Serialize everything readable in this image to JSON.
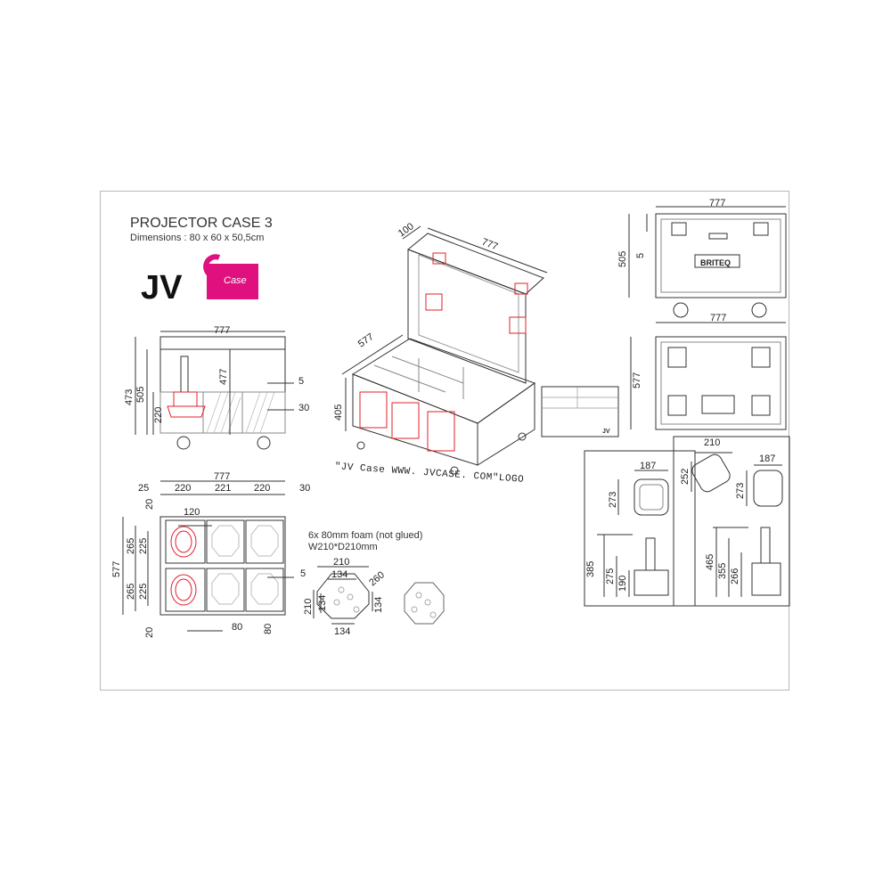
{
  "header": {
    "title": "PROJECTOR CASE 3",
    "dimensions": "Dimensions : 80 x 60 x 50,5cm"
  },
  "logo": {
    "letters": "JV",
    "case_text": "Case",
    "brand_color": "#e0117f"
  },
  "brand_plate": "BRITEQ",
  "foam_note": {
    "line1": "6x 80mm foam (not glued)",
    "line2": "W210*D210mm"
  },
  "logo_note": "\"JV Case WWW. JVCASE. COM\"LOGO",
  "accent_color": "#e0202a",
  "side_view": {
    "width": "777",
    "h505": "505",
    "h473": "473",
    "h220": "220",
    "h477": "477",
    "d5": "5",
    "d30": "30"
  },
  "top_view": {
    "width": "777",
    "c25": "25",
    "c220a": "220",
    "c221": "221",
    "c220b": "220",
    "c30": "30",
    "r20a": "20",
    "r120": "120",
    "depth": "577",
    "r265a": "265",
    "r225a": "225",
    "r265b": "265",
    "r225b": "225",
    "r20b": "20",
    "b80a": "80",
    "b80b": "80",
    "d5": "5"
  },
  "iso_view": {
    "w100": "100",
    "w777": "777",
    "d577": "577",
    "h405": "405"
  },
  "foam_detail": {
    "w210": "210",
    "w134a": "134",
    "d260": "260",
    "h210": "210",
    "h134a": "134",
    "h134b": "134",
    "w134b": "134"
  },
  "front_view": {
    "width_top": "777",
    "h505": "505",
    "h5": "5",
    "width_bottom": "777"
  },
  "top_plan": {
    "depth": "577"
  },
  "fixture_left": {
    "w187": "187",
    "h273": "273",
    "h385": "385",
    "h275": "275",
    "h190": "190"
  },
  "fixture_right": {
    "w210": "210",
    "w187": "187",
    "h252": "252",
    "h273": "273",
    "h465": "465",
    "h355": "355",
    "h266": "266"
  }
}
